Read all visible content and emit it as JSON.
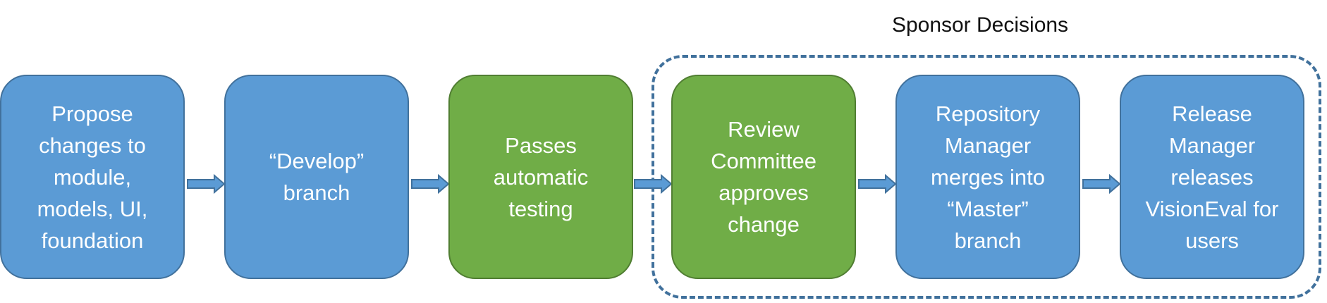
{
  "group": {
    "title": "Sponsor Decisions"
  },
  "steps": [
    {
      "text": "Propose\nchanges to\nmodule,\nmodels, UI,\nfoundation",
      "color": "#5b9bd5"
    },
    {
      "text": "“Develop”\nbranch",
      "color": "#5b9bd5"
    },
    {
      "text": "Passes\nautomatic\ntesting",
      "color": "#70ad47"
    },
    {
      "text": "Review\nCommittee\napproves\nchange",
      "color": "#70ad47"
    },
    {
      "text": "Repository\nManager\nmerges into\n“Master”\nbranch",
      "color": "#5b9bd5"
    },
    {
      "text": "Release\nManager\nreleases\nVisionEval for\nusers",
      "color": "#5b9bd5"
    }
  ],
  "colors": {
    "blue_fill": "#5b9bd5",
    "blue_stroke": "#41719c",
    "green_fill": "#70ad47",
    "dashed_border": "#41719c"
  }
}
